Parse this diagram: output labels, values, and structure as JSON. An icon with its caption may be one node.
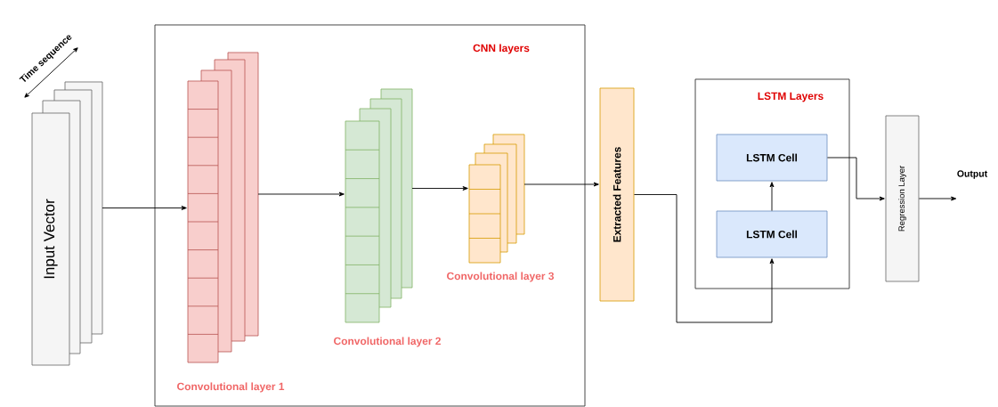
{
  "diagram": {
    "nodes": [
      {
        "text": [
          "Input Vector"
        ]
      },
      {
        "text": [
          "CNN layers"
        ]
      },
      {
        "text": [],
        "shape": "box",
        "in": 1,
        "beside": [
          "Convolutional layer 1"
        ]
      },
      {
        "text": [],
        "shape": "box",
        "in": 1,
        "beside": [
          "Convolutional layer 2"
        ]
      },
      {
        "text": [],
        "shape": "box",
        "in": 1,
        "beside": [
          "Convolutional layer 3"
        ]
      },
      {
        "text": [
          "Extracted Features"
        ]
      },
      {
        "text": [
          "LSTM Layers"
        ]
      },
      {
        "text": [
          "LSTM Cell"
        ],
        "in": 6
      },
      {
        "text": [
          "LSTM Cell"
        ],
        "in": 6
      },
      {
        "text": [
          "Regression Layer"
        ]
      }
    ],
    "edges": [
      {
        "from": 0,
        "to": 2,
        "arrow": "to"
      },
      {
        "from": 2,
        "to": 3,
        "arrow": "to"
      },
      {
        "from": 3,
        "to": 4,
        "arrow": "to"
      },
      {
        "from": 4,
        "to": 5,
        "arrow": "to"
      },
      {
        "from": 5,
        "to": 8,
        "arrow": "to"
      },
      {
        "from": 8,
        "to": 7,
        "arrow": "to"
      },
      {
        "from": 7,
        "to": 9,
        "arrow": "to"
      },
      {
        "from": 9,
        "to": null,
        "arrow": "to",
        "label": "Output"
      }
    ],
    "labels": [
      "Time sequence"
    ]
  }
}
